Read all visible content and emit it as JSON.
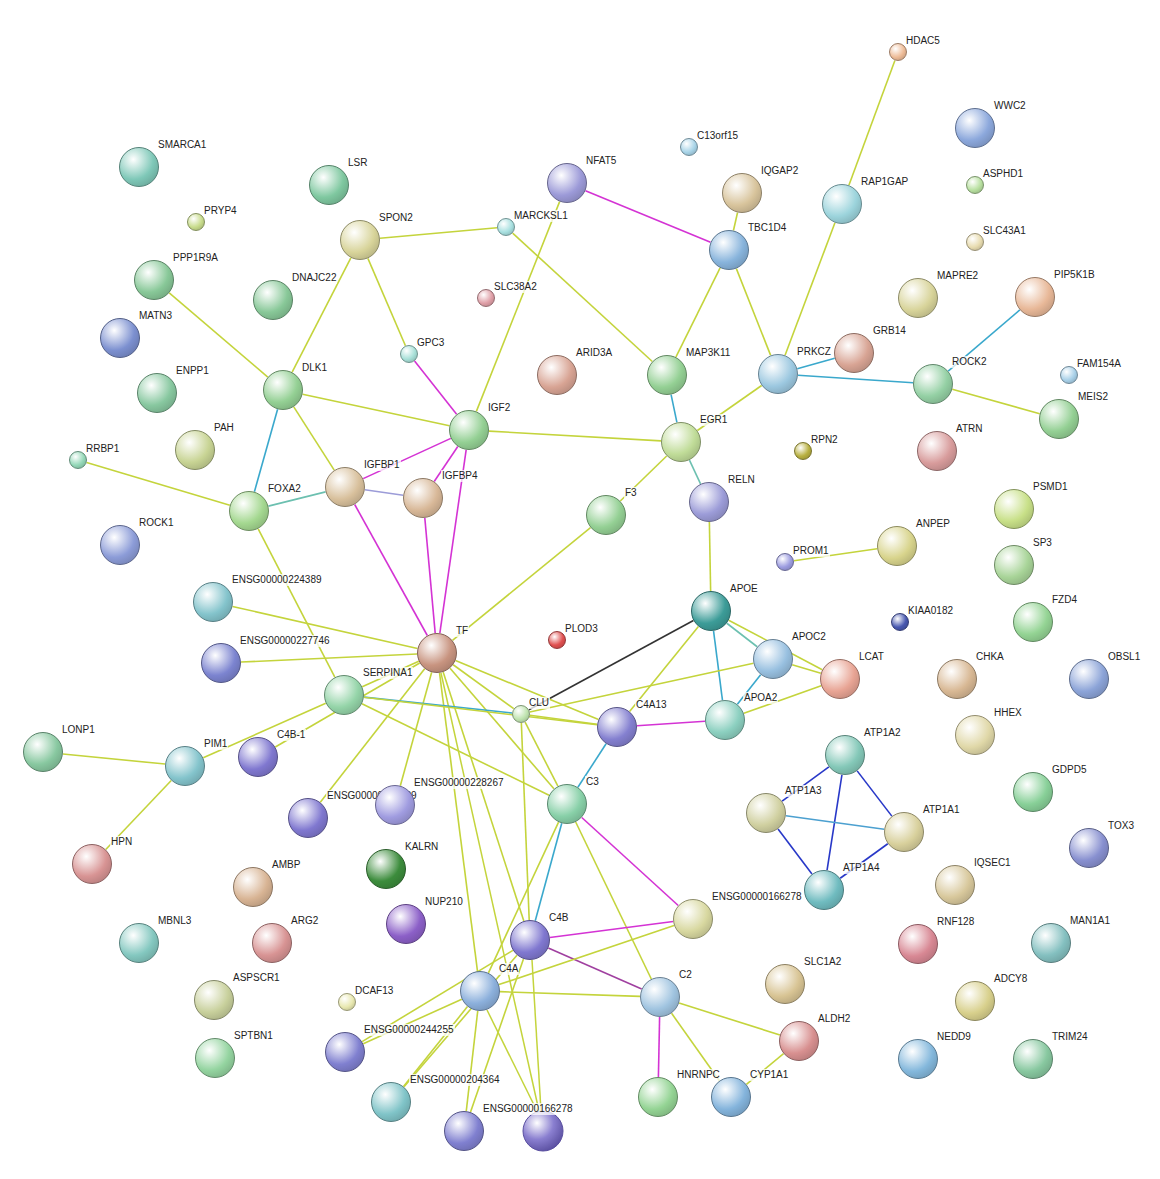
{
  "diagram": {
    "nodes": [
      {
        "text": [
          "SMARCA1"
        ]
      },
      {
        "text": [
          "PRYP4"
        ]
      },
      {
        "text": [
          "LSR"
        ]
      },
      {
        "text": [
          "SPON2"
        ]
      },
      {
        "text": [
          "MARCKSL1"
        ]
      },
      {
        "text": [
          "NFAT5"
        ]
      },
      {
        "text": [
          "C13orf15"
        ]
      },
      {
        "text": [
          "IQGAP2"
        ]
      },
      {
        "text": [
          "RAP1GAP"
        ]
      },
      {
        "text": [
          "HDAC5"
        ]
      },
      {
        "text": [
          "WWC2"
        ]
      },
      {
        "text": [
          "ASPHD1"
        ]
      },
      {
        "text": [
          "SLC43A1"
        ]
      },
      {
        "text": [
          "PPP1R9A"
        ]
      },
      {
        "text": [
          "DNAJC22"
        ]
      },
      {
        "text": [
          "MATN3"
        ]
      },
      {
        "text": [
          "SLC38A2"
        ]
      },
      {
        "text": [
          "GPC3"
        ]
      },
      {
        "text": [
          "ARID3A"
        ]
      },
      {
        "text": [
          "MAP3K11"
        ]
      },
      {
        "text": [
          "TBC1D4"
        ]
      },
      {
        "text": [
          "PRKCZ"
        ]
      },
      {
        "text": [
          "GRB14"
        ]
      },
      {
        "text": [
          "MAPRE2"
        ]
      },
      {
        "text": [
          "PIP5K1B"
        ]
      },
      {
        "text": [
          "ROCK2"
        ]
      },
      {
        "text": [
          "FAM154A"
        ]
      },
      {
        "text": [
          "MEIS2"
        ]
      },
      {
        "text": [
          "ENPP1"
        ]
      },
      {
        "text": [
          "DLK1"
        ]
      },
      {
        "text": [
          "IGF2"
        ]
      },
      {
        "text": [
          "EGR1"
        ]
      },
      {
        "text": [
          "RPN2"
        ]
      },
      {
        "text": [
          "ATRN"
        ]
      },
      {
        "text": [
          "RRBP1"
        ]
      },
      {
        "text": [
          "PAH"
        ]
      },
      {
        "text": [
          "IGFBP1"
        ]
      },
      {
        "text": [
          "IGFBP4"
        ]
      },
      {
        "text": [
          "FOXA2"
        ]
      },
      {
        "text": [
          "F3"
        ]
      },
      {
        "text": [
          "RELN"
        ]
      },
      {
        "text": [
          "PSMD1"
        ]
      },
      {
        "text": [
          "ROCK1"
        ]
      },
      {
        "text": [
          "PROM1"
        ]
      },
      {
        "text": [
          "ANPEP"
        ]
      },
      {
        "text": [
          "SP3"
        ]
      },
      {
        "text": [
          "ENSG00000224389"
        ]
      },
      {
        "text": [
          "APOE"
        ]
      },
      {
        "text": [
          "FZD4"
        ]
      },
      {
        "text": [
          "KIAA0182"
        ]
      },
      {
        "text": [
          "PLOD3"
        ]
      },
      {
        "text": [
          "TF"
        ]
      },
      {
        "text": [
          "ENSG00000227746"
        ]
      },
      {
        "text": [
          "APOC2"
        ]
      },
      {
        "text": [
          "LCAT"
        ]
      },
      {
        "text": [
          "CHKA"
        ]
      },
      {
        "text": [
          "OBSL1"
        ]
      },
      {
        "text": [
          "SERPINA1"
        ]
      },
      {
        "text": [
          "CLU"
        ]
      },
      {
        "text": [
          "C4A13"
        ]
      },
      {
        "text": [
          "APOA2"
        ]
      },
      {
        "text": [
          "ATP1A2"
        ]
      },
      {
        "text": [
          "HHEX"
        ]
      },
      {
        "text": [
          "LONP1"
        ]
      },
      {
        "text": [
          "PIM1"
        ]
      },
      {
        "text": [
          "C4B-1"
        ]
      },
      {
        "text": [
          "ATP1A3"
        ]
      },
      {
        "text": [
          "ATP1A1"
        ]
      },
      {
        "text": [
          "GDPD5"
        ]
      },
      {
        "text": [
          "C3"
        ]
      },
      {
        "text": [
          "ENSG00000224389"
        ]
      },
      {
        "text": [
          "ENSG00000228267"
        ]
      },
      {
        "text": [
          "TOX3"
        ]
      },
      {
        "text": [
          "HPN"
        ]
      },
      {
        "text": [
          "KALRN"
        ]
      },
      {
        "text": [
          "AMBP"
        ]
      },
      {
        "text": [
          "ATP1A4"
        ]
      },
      {
        "text": [
          "ENSG00000166278"
        ]
      },
      {
        "text": [
          "IQSEC1"
        ]
      },
      {
        "text": [
          "NUP210"
        ]
      },
      {
        "text": [
          "ARG2"
        ]
      },
      {
        "text": [
          "MBNL3"
        ]
      },
      {
        "text": [
          "C4B"
        ]
      },
      {
        "text": [
          "RNF128"
        ]
      },
      {
        "text": [
          "MAN1A1"
        ]
      },
      {
        "text": [
          "C4A"
        ]
      },
      {
        "text": [
          "C2"
        ]
      },
      {
        "text": [
          "SLC1A2"
        ]
      },
      {
        "text": [
          "ASPSCR1"
        ]
      },
      {
        "text": [
          "DCAF13"
        ]
      },
      {
        "text": [
          "ADCY8"
        ]
      },
      {
        "text": [
          "ALDH2"
        ]
      },
      {
        "text": [
          "ENSG00000244255"
        ]
      },
      {
        "text": [
          "SPTBN1"
        ]
      },
      {
        "text": [
          "NEDD9"
        ]
      },
      {
        "text": [
          "TRIM24"
        ]
      },
      {
        "text": [
          "HNRNPC"
        ]
      },
      {
        "text": [
          "CYP1A1"
        ]
      },
      {
        "text": [
          "ENSG00000204364"
        ]
      },
      {
        "text": [
          "ENSG00000166278"
        ]
      }
    ],
    "edges": [
      {
        "from": 9,
        "to": 8,
        "arrow": "none"
      },
      {
        "from": 8,
        "to": 21,
        "arrow": "none"
      },
      {
        "from": 5,
        "to": 20,
        "arrow": "none"
      },
      {
        "from": 7,
        "to": 20,
        "arrow": "none"
      },
      {
        "from": 20,
        "to": 19,
        "arrow": "none"
      },
      {
        "from": 20,
        "to": 21,
        "arrow": "none"
      },
      {
        "from": 21,
        "to": 22,
        "arrow": "none"
      },
      {
        "from": 21,
        "to": 25,
        "arrow": "none"
      },
      {
        "from": 25,
        "to": 24,
        "arrow": "none"
      },
      {
        "from": 25,
        "to": 27,
        "arrow": "none"
      },
      {
        "from": 21,
        "to": 31,
        "arrow": "none"
      },
      {
        "from": 19,
        "to": 31,
        "arrow": "none"
      },
      {
        "from": 4,
        "to": 19,
        "arrow": "none"
      },
      {
        "from": 4,
        "to": 3,
        "arrow": "none"
      },
      {
        "from": 30,
        "to": 5,
        "arrow": "none"
      },
      {
        "from": 3,
        "to": 29,
        "arrow": "none"
      },
      {
        "from": 3,
        "to": 17,
        "arrow": "none"
      },
      {
        "from": 17,
        "to": 30,
        "arrow": "none"
      },
      {
        "from": 29,
        "to": 30,
        "arrow": "none"
      },
      {
        "from": 30,
        "to": 31,
        "arrow": "none"
      },
      {
        "from": 13,
        "to": 29,
        "arrow": "none"
      },
      {
        "from": 29,
        "to": 38,
        "arrow": "none"
      },
      {
        "from": 29,
        "to": 36,
        "arrow": "none"
      },
      {
        "from": 30,
        "to": 36,
        "arrow": "none"
      },
      {
        "from": 30,
        "to": 37,
        "arrow": "none"
      },
      {
        "from": 36,
        "to": 37,
        "arrow": "none"
      },
      {
        "from": 38,
        "to": 36,
        "arrow": "none"
      },
      {
        "from": 34,
        "to": 38,
        "arrow": "none"
      },
      {
        "from": 38,
        "to": 57,
        "arrow": "none"
      },
      {
        "from": 36,
        "to": 51,
        "arrow": "none"
      },
      {
        "from": 37,
        "to": 51,
        "arrow": "none"
      },
      {
        "from": 30,
        "to": 51,
        "arrow": "none"
      },
      {
        "from": 31,
        "to": 39,
        "arrow": "none"
      },
      {
        "from": 31,
        "to": 40,
        "arrow": "none"
      },
      {
        "from": 39,
        "to": 51,
        "arrow": "none"
      },
      {
        "from": 40,
        "to": 47,
        "arrow": "none"
      },
      {
        "from": 43,
        "to": 44,
        "arrow": "none"
      },
      {
        "from": 47,
        "to": 58,
        "arrow": "none"
      },
      {
        "from": 47,
        "to": 53,
        "arrow": "none"
      },
      {
        "from": 47,
        "to": 54,
        "arrow": "none"
      },
      {
        "from": 47,
        "to": 60,
        "arrow": "none"
      },
      {
        "from": 47,
        "to": 59,
        "arrow": "none"
      },
      {
        "from": 53,
        "to": 54,
        "arrow": "none"
      },
      {
        "from": 53,
        "to": 60,
        "arrow": "none"
      },
      {
        "from": 53,
        "to": 58,
        "arrow": "none"
      },
      {
        "from": 60,
        "to": 54,
        "arrow": "none"
      },
      {
        "from": 59,
        "to": 60,
        "arrow": "none"
      },
      {
        "from": 59,
        "to": 69,
        "arrow": "none"
      },
      {
        "from": 51,
        "to": 46,
        "arrow": "none"
      },
      {
        "from": 51,
        "to": 52,
        "arrow": "none"
      },
      {
        "from": 51,
        "to": 57,
        "arrow": "none"
      },
      {
        "from": 51,
        "to": 58,
        "arrow": "none"
      },
      {
        "from": 51,
        "to": 59,
        "arrow": "none"
      },
      {
        "from": 51,
        "to": 69,
        "arrow": "none"
      },
      {
        "from": 51,
        "to": 65,
        "arrow": "none"
      },
      {
        "from": 51,
        "to": 70,
        "arrow": "none"
      },
      {
        "from": 51,
        "to": 71,
        "arrow": "none"
      },
      {
        "from": 51,
        "to": 85,
        "arrow": "none"
      },
      {
        "from": 51,
        "to": 82,
        "arrow": "none"
      },
      {
        "from": 57,
        "to": 58,
        "arrow": "none"
      },
      {
        "from": 57,
        "to": 59,
        "arrow": "none"
      },
      {
        "from": 57,
        "to": 69,
        "arrow": "none"
      },
      {
        "from": 57,
        "to": 64,
        "arrow": "none"
      },
      {
        "from": 64,
        "to": 63,
        "arrow": "none"
      },
      {
        "from": 64,
        "to": 73,
        "arrow": "none"
      },
      {
        "from": 58,
        "to": 59,
        "arrow": "none"
      },
      {
        "from": 58,
        "to": 69,
        "arrow": "none"
      },
      {
        "from": 58,
        "to": 82,
        "arrow": "none"
      },
      {
        "from": 69,
        "to": 82,
        "arrow": "none"
      },
      {
        "from": 69,
        "to": 85,
        "arrow": "none"
      },
      {
        "from": 69,
        "to": 77,
        "arrow": "none"
      },
      {
        "from": 69,
        "to": 86,
        "arrow": "none"
      },
      {
        "from": 82,
        "to": 77,
        "arrow": "none"
      },
      {
        "from": 82,
        "to": 86,
        "arrow": "none"
      },
      {
        "from": 85,
        "to": 77,
        "arrow": "none"
      },
      {
        "from": 85,
        "to": 86,
        "arrow": "none"
      },
      {
        "from": 85,
        "to": 92,
        "arrow": "none"
      },
      {
        "from": 85,
        "to": 98,
        "arrow": "none"
      },
      {
        "from": 85,
        "to": 99,
        "arrow": "none"
      },
      {
        "from": 82,
        "to": 92,
        "arrow": "none"
      },
      {
        "from": 82,
        "to": 98,
        "arrow": "none"
      },
      {
        "from": 82,
        "to": 99,
        "arrow": "none"
      },
      {
        "from": 86,
        "to": 91,
        "arrow": "none"
      },
      {
        "from": 86,
        "to": 96,
        "arrow": "none"
      },
      {
        "from": 86,
        "to": 97,
        "arrow": "none"
      },
      {
        "from": 91,
        "to": 97,
        "arrow": "none"
      },
      {
        "from": 61,
        "to": 66,
        "arrow": "none"
      },
      {
        "from": 61,
        "to": 67,
        "arrow": "none"
      },
      {
        "from": 61,
        "to": 76,
        "arrow": "none"
      },
      {
        "from": 66,
        "to": 67,
        "arrow": "none"
      },
      {
        "from": 66,
        "to": 76,
        "arrow": "none"
      },
      {
        "from": 67,
        "to": 76,
        "arrow": "none"
      }
    ]
  }
}
